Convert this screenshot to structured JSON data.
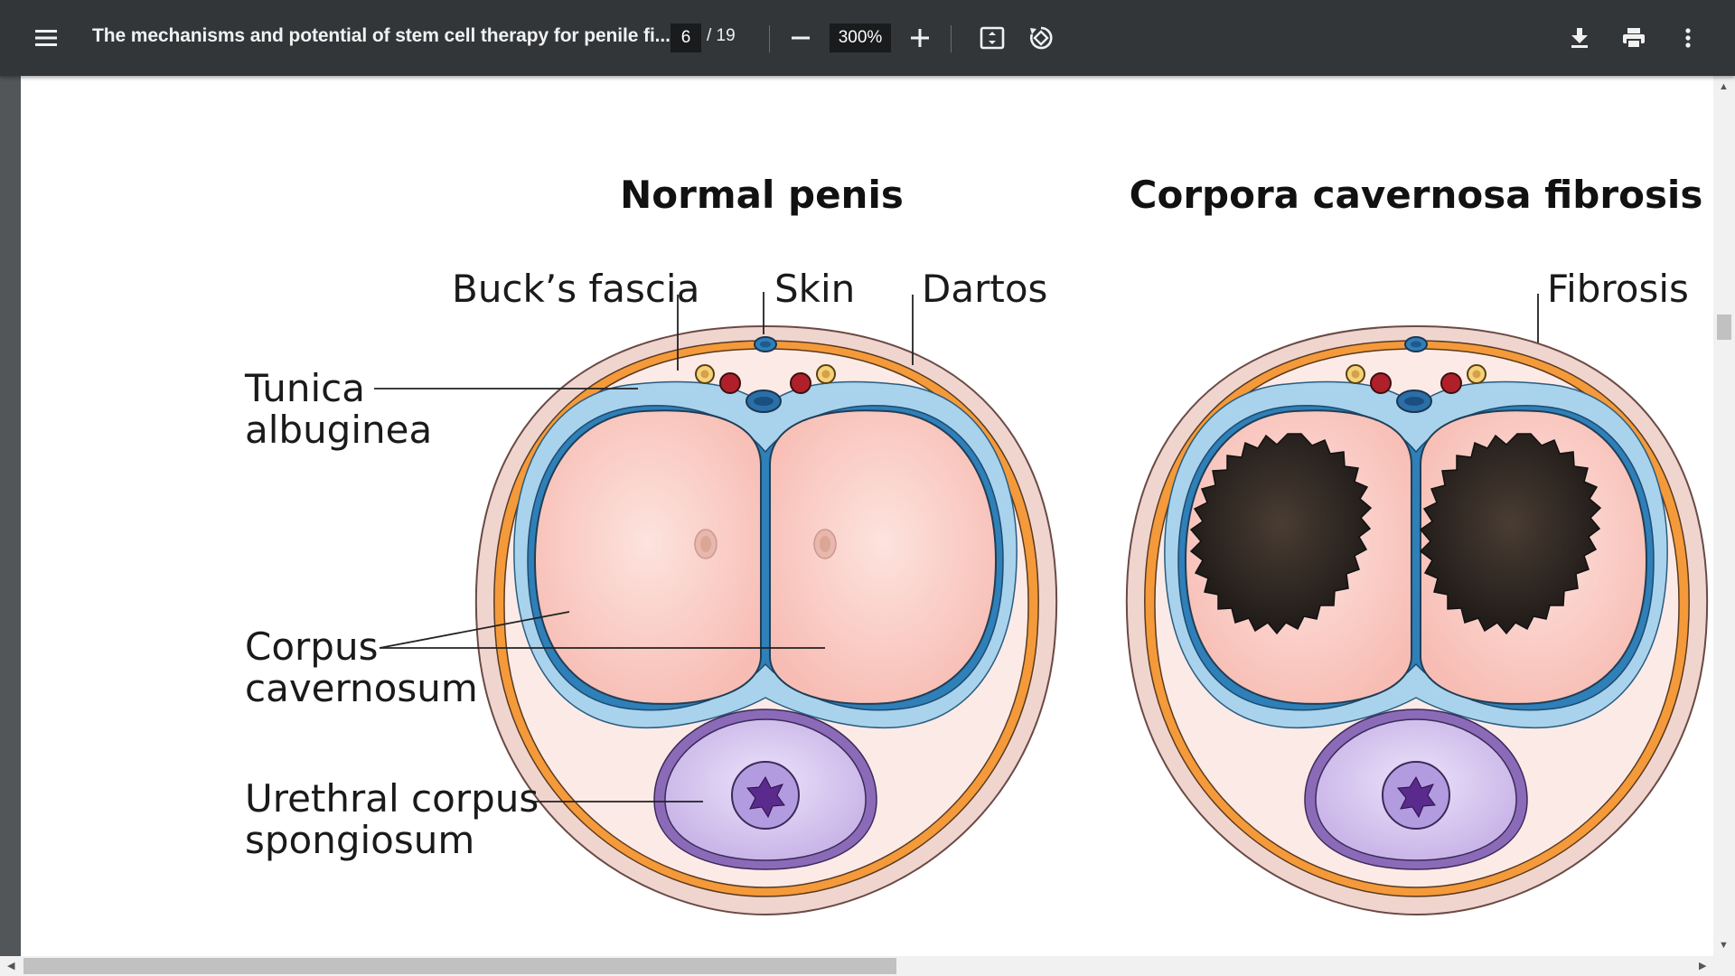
{
  "toolbar": {
    "menu_icon": "hamburger-menu-icon",
    "title": "The mechanisms and potential of stem cell therapy for penile fi...",
    "page_current": "6",
    "page_total": "/ 19",
    "zoom": "300%",
    "icons": [
      "zoom-out-icon",
      "zoom-in-icon",
      "fit-page-icon",
      "rotate-icon",
      "download-icon",
      "print-icon",
      "more-options-icon"
    ]
  },
  "figure": {
    "left_title": "Normal penis",
    "right_title": "Corpora cavernosa fibrosis",
    "labels": {
      "bucks_fascia": "Buck’s fascia",
      "skin": "Skin",
      "dartos": "Dartos",
      "tunica_line1": "Tunica",
      "tunica_line2": "albuginea",
      "corpus_line1": "Corpus",
      "corpus_line2": "cavernosum",
      "urethral_line1": "Urethral corpus",
      "urethral_line2": "spongiosum",
      "fibrosis": "Fibrosis"
    }
  },
  "colors": {
    "toolbar_bg": "#323639",
    "viewer_bg": "#525659",
    "skin": "#ecd3cc",
    "dartos": "#f2993e",
    "tunica_light": "#a9d3ec",
    "tunica_dark": "#2f7fb8",
    "cavernosum": "#f9c9c2",
    "spongiosum": "#c9b5e8",
    "fibrosis": "#2a2321"
  }
}
